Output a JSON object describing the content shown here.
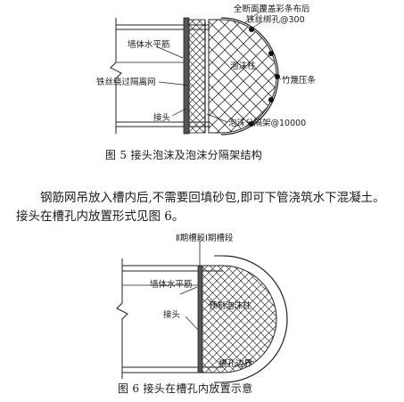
{
  "figure5": {
    "labels": {
      "wall_rebar": "墙体水平筋",
      "wire_isolation_mesh": "铁丝绕过隔离网",
      "joint": "接头",
      "foam_column": "泡沫柱",
      "full_cover_cloth": "全断面覆盖彩条布后",
      "wire_bind_holes": "铁丝绑孔@300",
      "bamboo_strip": "竹篾压条",
      "foam_divider": "泡沫分隔架@10000"
    },
    "caption": "图 5    接头泡沫及泡沫分隔架结构"
  },
  "paragraph": "钢筋网吊放入槽内后,不需要回填砂包,即可下管浇筑水下混凝土。接头在槽孔内放置形式见图 6。",
  "figure6": {
    "labels": {
      "slot_sections": "Ⅱ期槽段Ⅰ期槽段",
      "wall_rebar": "墙体水平筋",
      "joint": "接头",
      "prefab_foam_column": "预制泡沫柱",
      "slot_boundary": "槽孔边界"
    },
    "caption": "图 6    接头在槽孔内放置示意"
  }
}
